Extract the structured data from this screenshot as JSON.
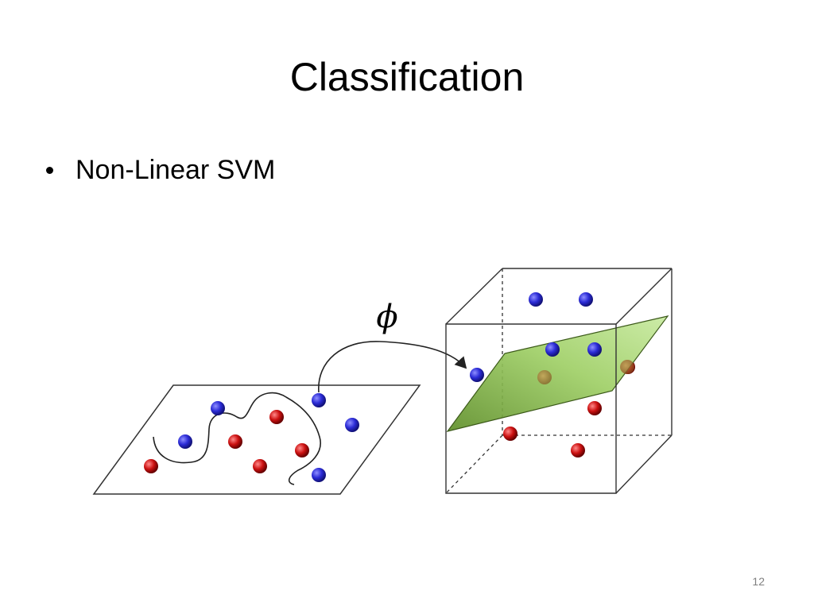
{
  "slide": {
    "title": "Classification",
    "bullet": "Non-Linear SVM",
    "page_number": "12"
  },
  "diagram": {
    "mapping_symbol": "ϕ",
    "colors": {
      "class_a": "#2b2bd6",
      "class_b": "#cc1111",
      "hyperplane": "#8fbf55",
      "line": "#333333"
    }
  }
}
